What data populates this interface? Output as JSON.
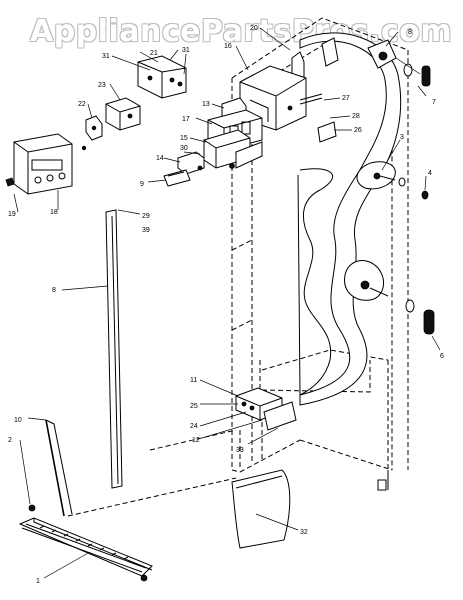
{
  "watermark": "AppliancePartsPros.com",
  "labels": [
    {
      "id": "l1",
      "text": "1"
    },
    {
      "id": "l2",
      "text": "2"
    },
    {
      "id": "l3",
      "text": "3"
    },
    {
      "id": "l4",
      "text": "4"
    },
    {
      "id": "l6",
      "text": "6"
    },
    {
      "id": "l7",
      "text": "7"
    },
    {
      "id": "l8a",
      "text": "8"
    },
    {
      "id": "l8b",
      "text": "8"
    },
    {
      "id": "l9",
      "text": "9"
    },
    {
      "id": "l10",
      "text": "10"
    },
    {
      "id": "l11",
      "text": "11"
    },
    {
      "id": "l12",
      "text": "12"
    },
    {
      "id": "l13",
      "text": "13"
    },
    {
      "id": "l14",
      "text": "14"
    },
    {
      "id": "l15",
      "text": "15"
    },
    {
      "id": "l16",
      "text": "16"
    },
    {
      "id": "l17",
      "text": "17"
    },
    {
      "id": "l18",
      "text": "18"
    },
    {
      "id": "l19",
      "text": "19"
    },
    {
      "id": "l20",
      "text": "20"
    },
    {
      "id": "l21",
      "text": "21"
    },
    {
      "id": "l22",
      "text": "22"
    },
    {
      "id": "l23",
      "text": "23"
    },
    {
      "id": "l24",
      "text": "24"
    },
    {
      "id": "l25",
      "text": "25"
    },
    {
      "id": "l26",
      "text": "26"
    },
    {
      "id": "l27",
      "text": "27"
    },
    {
      "id": "l28",
      "text": "28"
    },
    {
      "id": "l29",
      "text": "29"
    },
    {
      "id": "l30",
      "text": "30"
    },
    {
      "id": "l31a",
      "text": "31"
    },
    {
      "id": "l31b",
      "text": "31"
    },
    {
      "id": "l32",
      "text": "32"
    },
    {
      "id": "l33",
      "text": "33"
    },
    {
      "id": "l39",
      "text": "39"
    }
  ]
}
